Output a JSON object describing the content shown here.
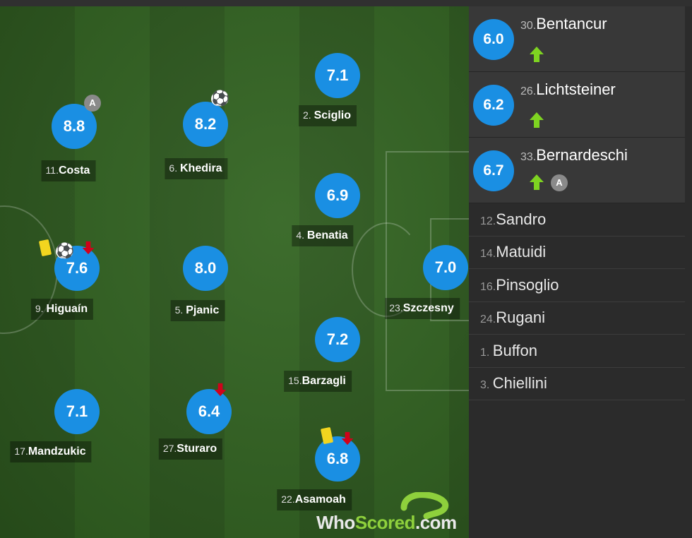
{
  "pitch_players": [
    {
      "num": "11.",
      "name": "Costa",
      "rating": "8.8",
      "events": [
        "captain"
      ]
    },
    {
      "num": "6. ",
      "name": "Khedira",
      "rating": "8.2",
      "events": [
        "goal"
      ]
    },
    {
      "num": "2. ",
      "name": "Sciglio",
      "rating": "7.1",
      "events": []
    },
    {
      "num": "4. ",
      "name": "Benatia",
      "rating": "6.9",
      "events": []
    },
    {
      "num": "9. ",
      "name": "Higuaín",
      "rating": "7.6",
      "events": [
        "yellow-card",
        "goal",
        "sub-off"
      ]
    },
    {
      "num": "5. ",
      "name": "Pjanic",
      "rating": "8.0",
      "events": []
    },
    {
      "num": "23.",
      "name": "Szczesny",
      "rating": "7.0",
      "events": []
    },
    {
      "num": "15.",
      "name": "Barzagli",
      "rating": "7.2",
      "events": []
    },
    {
      "num": "17.",
      "name": "Mandzukic",
      "rating": "7.1",
      "events": []
    },
    {
      "num": "27.",
      "name": "Sturaro",
      "rating": "6.4",
      "events": [
        "sub-off"
      ]
    },
    {
      "num": "22.",
      "name": "Asamoah",
      "rating": "6.8",
      "events": [
        "yellow-card",
        "sub-off"
      ]
    }
  ],
  "subs_used": [
    {
      "num": "30.",
      "name": "Bentancur",
      "rating": "6.0",
      "events": [
        "sub-on"
      ]
    },
    {
      "num": "26.",
      "name": "Lichtsteiner",
      "rating": "6.2",
      "events": [
        "sub-on"
      ]
    },
    {
      "num": "33.",
      "name": "Bernardeschi",
      "rating": "6.7",
      "events": [
        "sub-on",
        "captain"
      ]
    }
  ],
  "reserves": [
    {
      "num": "12.",
      "name": "Sandro"
    },
    {
      "num": "14.",
      "name": "Matuidi"
    },
    {
      "num": "16.",
      "name": "Pinsoglio"
    },
    {
      "num": "24.",
      "name": "Rugani"
    },
    {
      "num": "1. ",
      "name": "Buffon"
    },
    {
      "num": "3. ",
      "name": "Chiellini"
    }
  ],
  "captain_letter": "A",
  "logo": {
    "part1": "Who",
    "part2": "Scored",
    "part3": ".com"
  },
  "colors": {
    "rating": "#1a8fe3",
    "sub_on": "#7ed321",
    "sub_off": "#d0021b",
    "yellow": "#f2d51f",
    "logo_green": "#8ed03c"
  }
}
